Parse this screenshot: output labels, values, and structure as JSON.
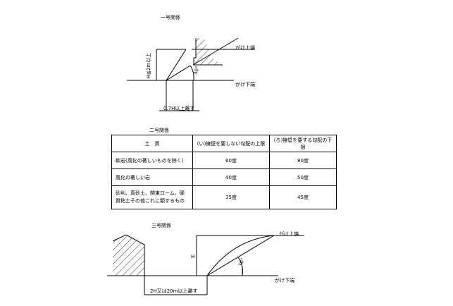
{
  "section1": {
    "title": "一号関係",
    "top_edge_label": "がけ上端",
    "bottom_edge_label": "がけ下端",
    "height_label": "H≦2m以上",
    "distance_label": "0.7H以上離す",
    "angle_label": "30°"
  },
  "section2": {
    "title": "二号関係",
    "headers": [
      "土　質",
      "(い)擁壁を要しない勾配の上限",
      "(ろ)擁壁を要する勾配の下限"
    ],
    "rows": [
      [
        "軟岩(風化の著しいものを除く)",
        "60度",
        "80度"
      ],
      [
        "風化の著しい岩",
        "40度",
        "50度"
      ],
      [
        "砂利、真砂土、関東ローム、硬質粘土その他これに類するもの",
        "35度",
        "45度"
      ]
    ]
  },
  "section3": {
    "title": "三号関係",
    "top_edge_label": "がけ上端",
    "bottom_edge_label": "がけ下端",
    "height_label": "H",
    "distance_label": "2H又は20m以上離す",
    "angle_label": "30°"
  }
}
